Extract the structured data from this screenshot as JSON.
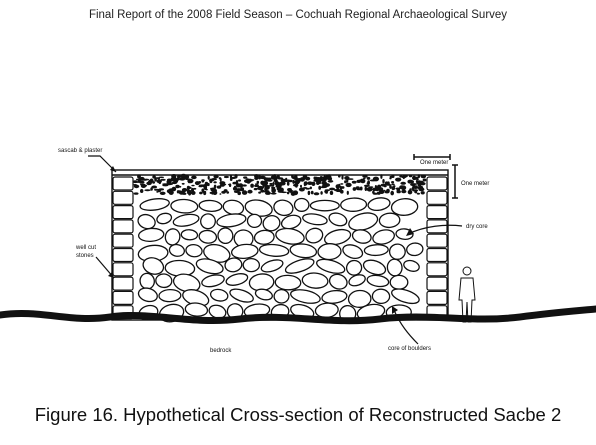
{
  "header": {
    "title": "Final Report of the 2008 Field Season – Cochuah Regional Archaeological Survey"
  },
  "figure": {
    "labels": {
      "sascab": "sascab & plaster",
      "scale_horizontal": "One meter",
      "scale_vertical": "One meter",
      "dry_core": "dry core",
      "well_cut_line1": "well cut",
      "well_cut_line2": "stones",
      "core_of_boulders": "core of boulders",
      "bedrock": "bedrock"
    }
  },
  "caption": {
    "text": "Figure 16. Hypothetical Cross-section of Reconstructed Sacbe 2"
  }
}
